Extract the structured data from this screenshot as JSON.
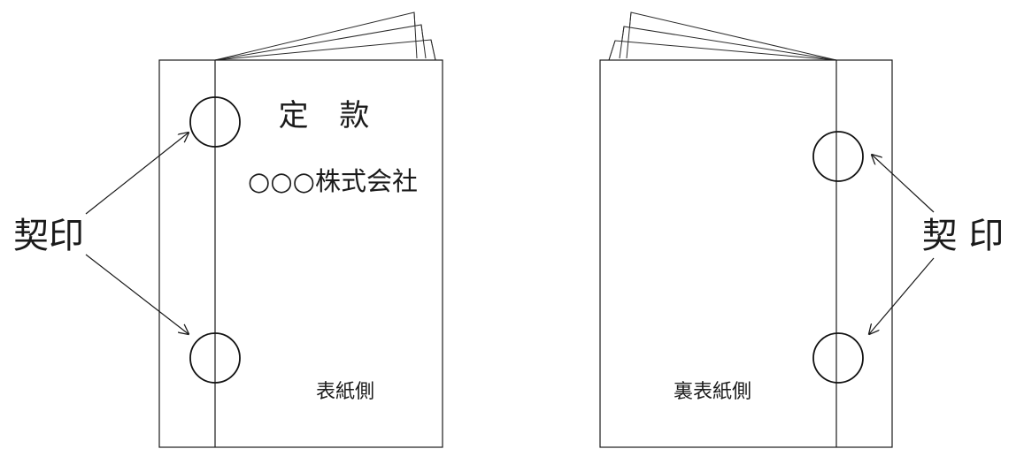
{
  "front": {
    "title": "定 款",
    "company": "○○○株式会社",
    "side_label": "表紙側"
  },
  "back": {
    "side_label": "裏表紙側"
  },
  "seal_label_left": "契印",
  "seal_label_right": "契 印",
  "colors": {
    "line": "#1a1a1a",
    "background": "#ffffff"
  }
}
